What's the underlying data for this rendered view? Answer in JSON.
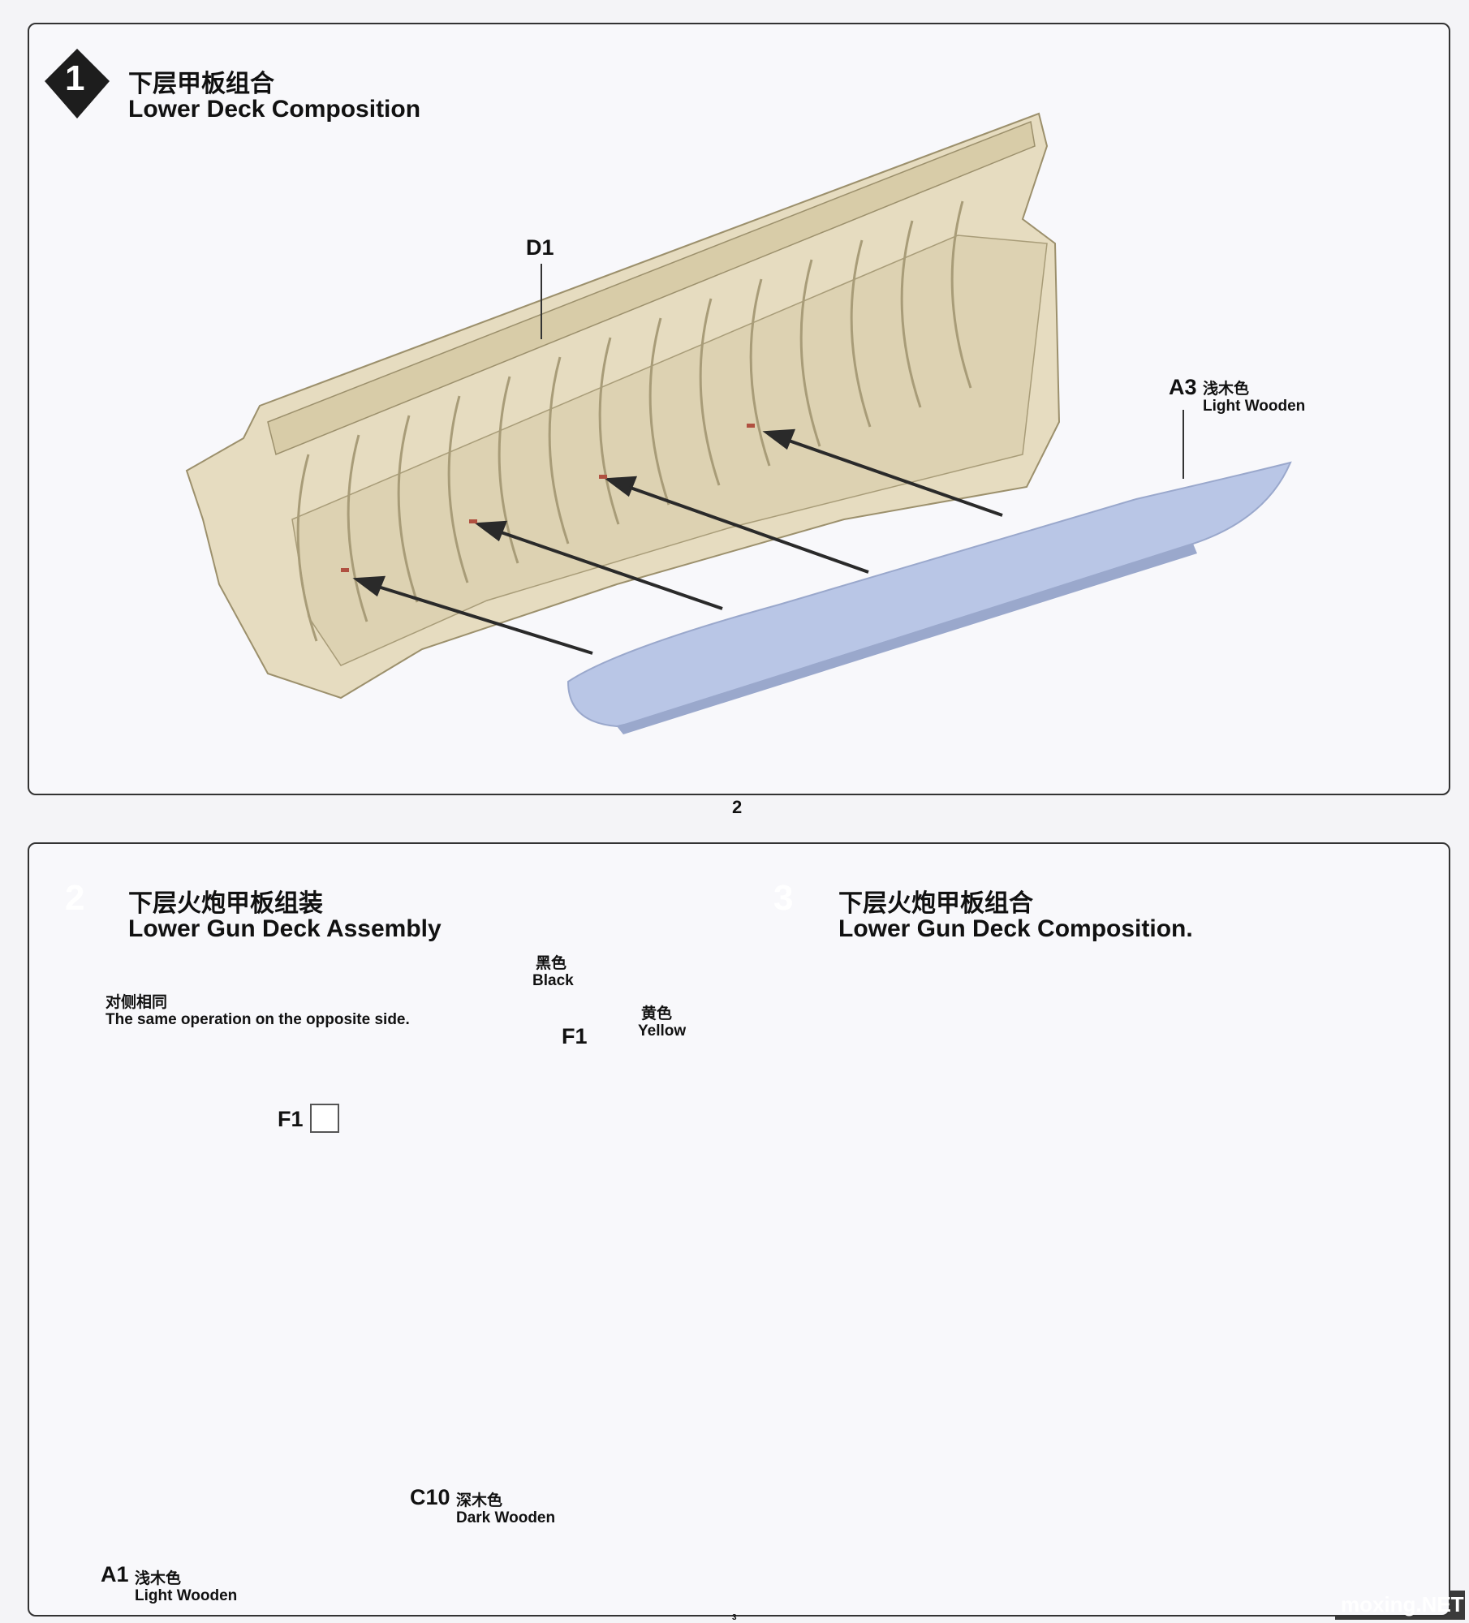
{
  "step1": {
    "number": "1",
    "title_zh": "下层甲板组合",
    "title_en": "Lower Deck Composition",
    "part_d1": "D1",
    "part_a3": "A3",
    "a3_color_zh": "浅木色",
    "a3_color_en": "Light Wooden"
  },
  "page_number_top": "2",
  "step2": {
    "number": "2",
    "title_zh": "下层火炮甲板组装",
    "title_en": "Lower Gun Deck Assembly",
    "note_zh": "对侧相同",
    "note_en": "The same operation on the opposite side.",
    "black_zh": "黑色",
    "black_en": "Black",
    "yellow_zh": "黄色",
    "yellow_en": "Yellow",
    "part_f1": "F1",
    "part_f1_top": "F1",
    "part_c10": "C10",
    "c10_color_zh": "深木色",
    "c10_color_en": "Dark Wooden",
    "part_a1": "A1",
    "a1_color_zh": "浅木色",
    "a1_color_en": "Light Wooden"
  },
  "step3": {
    "number": "3",
    "title_zh": "下层火炮甲板组合",
    "title_en": "Lower Gun Deck Composition."
  },
  "page_number_bottom": "3",
  "watermark": "moxing.NET",
  "colors": {
    "hull": "#e6dcc0",
    "hull_shadow": "#cdbf9a",
    "deck_blue": "#b9c6e6",
    "deck_edge": "#9aa8cc",
    "cannon": "#7f858f",
    "arrow": "#2a2a2a",
    "marker": "#b05040"
  }
}
